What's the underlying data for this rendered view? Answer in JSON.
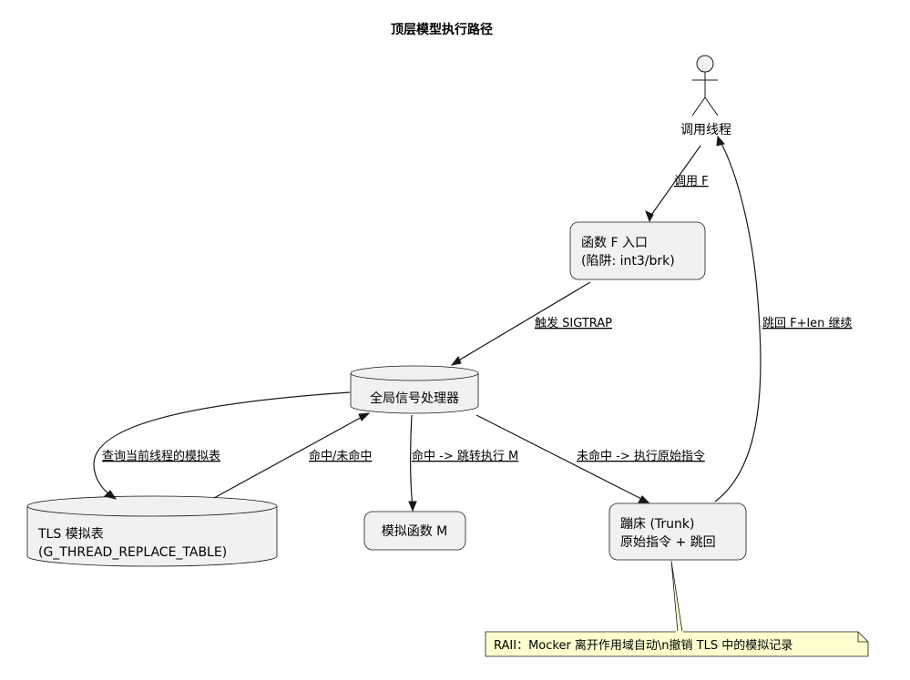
{
  "title": "顶层模型执行路径",
  "nodes": {
    "actor": {
      "label": "调用线程"
    },
    "entry": {
      "line1": "函数 F 入口",
      "line2": "(陷阱: int3/brk)"
    },
    "handler": {
      "label": "全局信号处理器"
    },
    "tls": {
      "line1": "TLS 模拟表",
      "line2": "(G_THREAD_REPLACE_TABLE)"
    },
    "mock": {
      "label": "模拟函数 M"
    },
    "trampoline": {
      "line1": "蹦床 (Trunk)",
      "line2": "原始指令 + 跳回"
    }
  },
  "edges": {
    "call": "调用 F",
    "trigger": "触发 SIGTRAP",
    "query": "查询当前线程的模拟表",
    "hitmiss": "命中/未命中",
    "hit": "命中 -> 跳转执行 M",
    "miss": "未命中 -> 执行原始指令",
    "jumpback": "跳回 F+len 继续"
  },
  "note": {
    "text": "RAII：Mocker 离开作用域自动\\n撤销 TLS 中的模拟记录"
  },
  "colors": {
    "box_fill": "#f1f1f1",
    "stroke": "#181818",
    "note_fill": "#fefece"
  }
}
